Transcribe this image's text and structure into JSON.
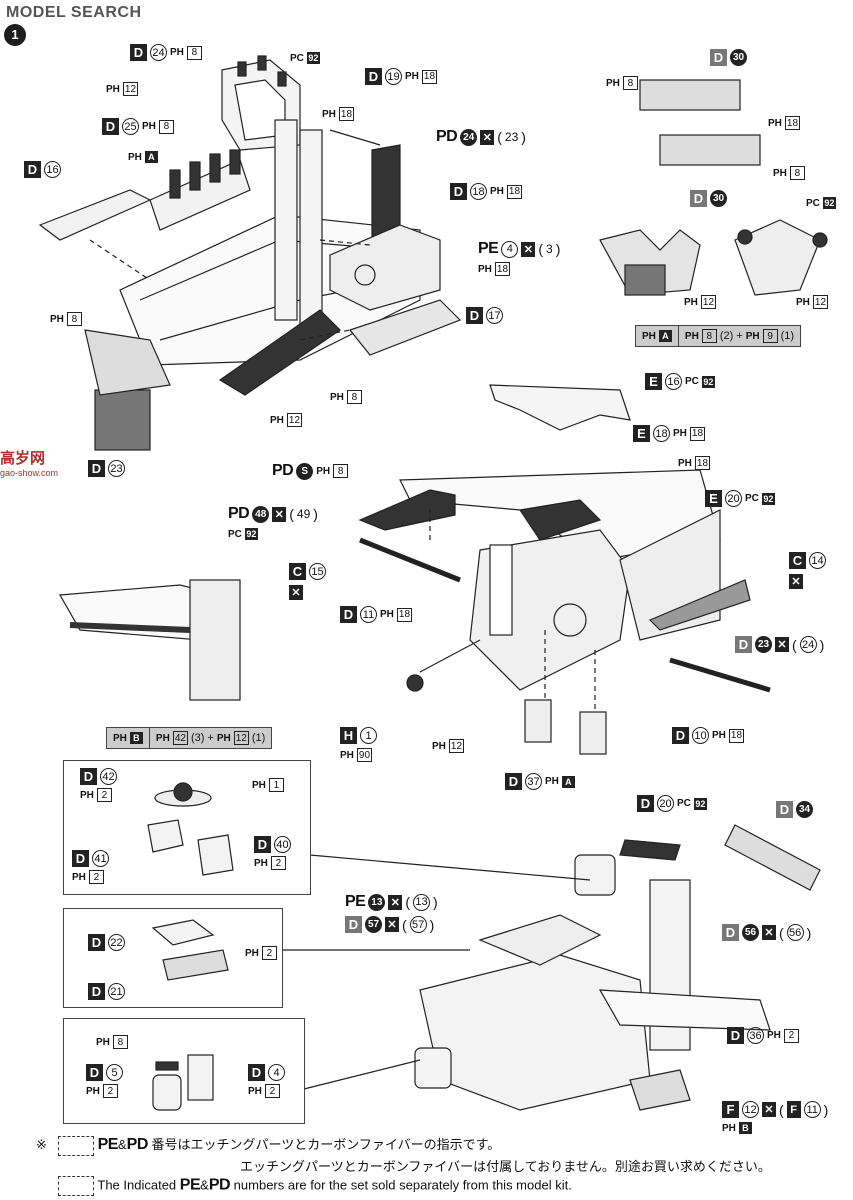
{
  "header": {
    "logo_text": "MODEL SEARCH",
    "step_badge": "1"
  },
  "watermark": {
    "line1": "高岁网",
    "line2": "gao-show.com"
  },
  "labels": {
    "d24": {
      "letter": "D",
      "num": "24",
      "ref": "8"
    },
    "pc92_top": {
      "ref": "92"
    },
    "ph12_top": {
      "ref": "12"
    },
    "d19": {
      "letter": "D",
      "num": "19",
      "ref": "18"
    },
    "ph18_top": {
      "ref": "18"
    },
    "d25": {
      "letter": "D",
      "num": "25",
      "ref": "8"
    },
    "pha_top": {
      "ref": "A"
    },
    "d16": {
      "letter": "D",
      "num": "16"
    },
    "pd24": {
      "tag": "PD",
      "num": "24",
      "x": "23"
    },
    "d18": {
      "letter": "D",
      "num": "18",
      "ref": "18"
    },
    "pe4": {
      "tag": "PE",
      "num": "4",
      "x": "3"
    },
    "ph18_pe": {
      "ref": "18"
    },
    "d17": {
      "letter": "D",
      "num": "17"
    },
    "ph8_left": {
      "ref": "8"
    },
    "ph12_mid": {
      "ref": "12"
    },
    "ph8_mid": {
      "ref": "8"
    },
    "d23": {
      "letter": "D",
      "num": "23"
    },
    "d30_a": {
      "letter": "D",
      "num": "30"
    },
    "ph8_r1": {
      "ref": "8"
    },
    "ph18_r1": {
      "ref": "18"
    },
    "ph8_r2": {
      "ref": "8"
    },
    "d30_b": {
      "letter": "D",
      "num": "30"
    },
    "pc92_r": {
      "ref": "92"
    },
    "ph12_r1": {
      "ref": "12"
    },
    "ph12_r2": {
      "ref": "12"
    },
    "e16": {
      "letter": "E",
      "num": "16",
      "ref": "92"
    },
    "e18": {
      "letter": "E",
      "num": "18",
      "ref": "18"
    },
    "ph18_e": {
      "ref": "18"
    },
    "pds": {
      "tag": "PD",
      "num": "S",
      "ref": "8"
    },
    "e20": {
      "letter": "E",
      "num": "20",
      "ref": "92"
    },
    "pd48": {
      "tag": "PD",
      "num": "48",
      "x": "49"
    },
    "pc92_pd": {
      "ref": "92"
    },
    "c15": {
      "letter": "C",
      "num": "15",
      "x": "✕"
    },
    "d11": {
      "letter": "D",
      "num": "11",
      "ref": "18"
    },
    "c14": {
      "letter": "C",
      "num": "14",
      "x": "✕"
    },
    "d23b": {
      "letter": "D",
      "num": "23",
      "x": "24"
    },
    "h1": {
      "letter": "H",
      "num": "1",
      "ref": "90"
    },
    "ph12_h": {
      "ref": "12"
    },
    "d10": {
      "letter": "D",
      "num": "10",
      "ref": "18"
    },
    "d37": {
      "letter": "D",
      "num": "37",
      "ref": "A"
    },
    "d42": {
      "letter": "D",
      "num": "42",
      "ref": "2"
    },
    "ph1": {
      "ref": "1"
    },
    "d40": {
      "letter": "D",
      "num": "40",
      "ref": "2"
    },
    "d41": {
      "letter": "D",
      "num": "41",
      "ref": "2"
    },
    "d22": {
      "letter": "D",
      "num": "22"
    },
    "ph2_b": {
      "ref": "2"
    },
    "d21": {
      "letter": "D",
      "num": "21"
    },
    "ph8_c": {
      "ref": "8"
    },
    "d5": {
      "letter": "D",
      "num": "5",
      "ref": "2"
    },
    "d4": {
      "letter": "D",
      "num": "4",
      "ref": "2"
    },
    "d20": {
      "letter": "D",
      "num": "20",
      "ref": "92"
    },
    "d34": {
      "letter": "D",
      "num": "34"
    },
    "pe13": {
      "tag": "PE",
      "num": "13",
      "x": "13"
    },
    "d57": {
      "letter": "D",
      "num": "57",
      "x": "57"
    },
    "d56": {
      "letter": "D",
      "num": "56",
      "x": "56"
    },
    "d36": {
      "letter": "D",
      "num": "36",
      "ref": "2"
    },
    "f12": {
      "letter": "F",
      "num": "12",
      "x": "11",
      "ref": "B"
    }
  },
  "legend_a": {
    "key": "A",
    "a": "8",
    "a_qty": "(2)",
    "b": "9",
    "b_qty": "(1)"
  },
  "legend_b": {
    "key": "B",
    "a": "42",
    "a_qty": "(3)",
    "b": "12",
    "b_qty": "(1)"
  },
  "prefix": {
    "ph": "PH",
    "pc": "PC"
  },
  "footer": {
    "mark": "※",
    "tag1": "PE",
    "amp": "&",
    "tag2": "PD",
    "jp1": "番号はエッチングパーツとカーボンファイバーの指示です。",
    "jp2": "エッチングパーツとカーボンファイバーは付属しておりません。別途お買い求めください。",
    "en_pre": "The Indicated",
    "en_post": "numbers are for the set sold separately from this model kit."
  }
}
